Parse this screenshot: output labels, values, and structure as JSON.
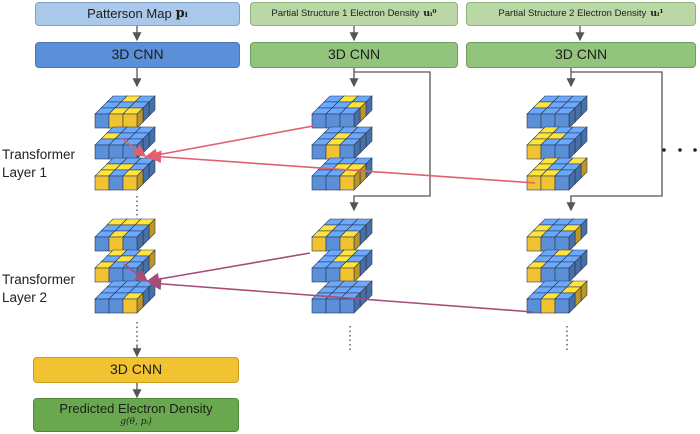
{
  "inputs": {
    "patterson": {
      "label": "Patterson Map",
      "symbol": "pᵢ"
    },
    "partial1": {
      "label": "Partial Structure 1 Electron Density",
      "symbol": "uᵢ⁰"
    },
    "partial2": {
      "label": "Partial Structure 2 Electron Density",
      "symbol": "uᵢ¹"
    }
  },
  "cnn_label": "3D CNN",
  "layers": [
    "Transformer\nLayer 1",
    "Transformer\nLayer 2"
  ],
  "output": {
    "label": "Predicted Electron Density",
    "formula": "g(θ, pᵢ)"
  },
  "colors": {
    "cube_blue": "#5b8fd8",
    "cube_yellow": "#f1c232",
    "arrow_layer1": "#e06070",
    "arrow_layer2": "#a64d79",
    "connector": "#555555"
  }
}
